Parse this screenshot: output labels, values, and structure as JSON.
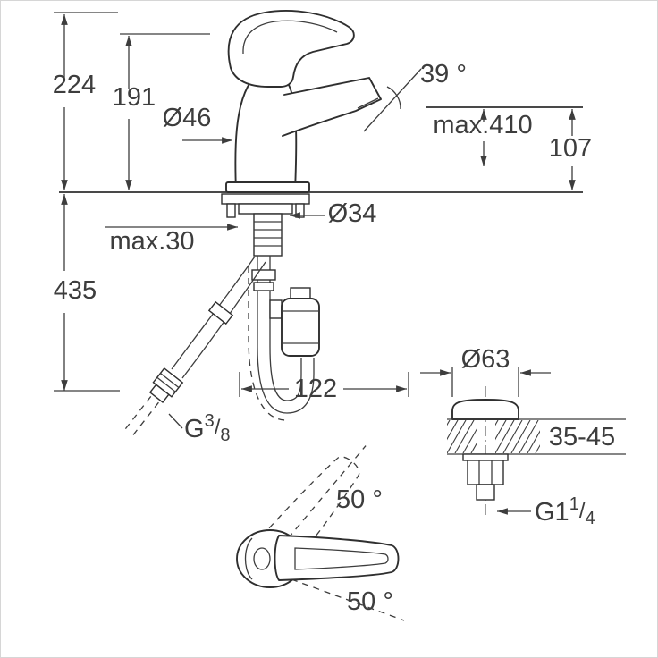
{
  "drawing": {
    "colors": {
      "line": "#3d3d3d",
      "background": "#ffffff"
    },
    "labels": {
      "overall_height": "224",
      "height_to_spout_base": "191",
      "body_diameter": "Ø46",
      "lever_angle": "39 °",
      "max_height": "max.410",
      "spout_height": "107",
      "mounting_hole_diameter": "Ø34",
      "max_counter_thickness": "max.30",
      "hose_length": "435",
      "projection": "122",
      "supply_thread_prefix": "G",
      "supply_thread_numerator": "3",
      "supply_thread_slash": "/",
      "supply_thread_denominator": "8",
      "drain_cap_diameter": "Ø63",
      "drain_deck_thickness_range": "35-45",
      "drain_thread_prefix": "G1",
      "drain_thread_numerator": "1",
      "drain_thread_slash": "/",
      "drain_thread_denominator": "4",
      "swivel_angle_upper": "50 °",
      "swivel_angle_lower": "50 °"
    }
  }
}
